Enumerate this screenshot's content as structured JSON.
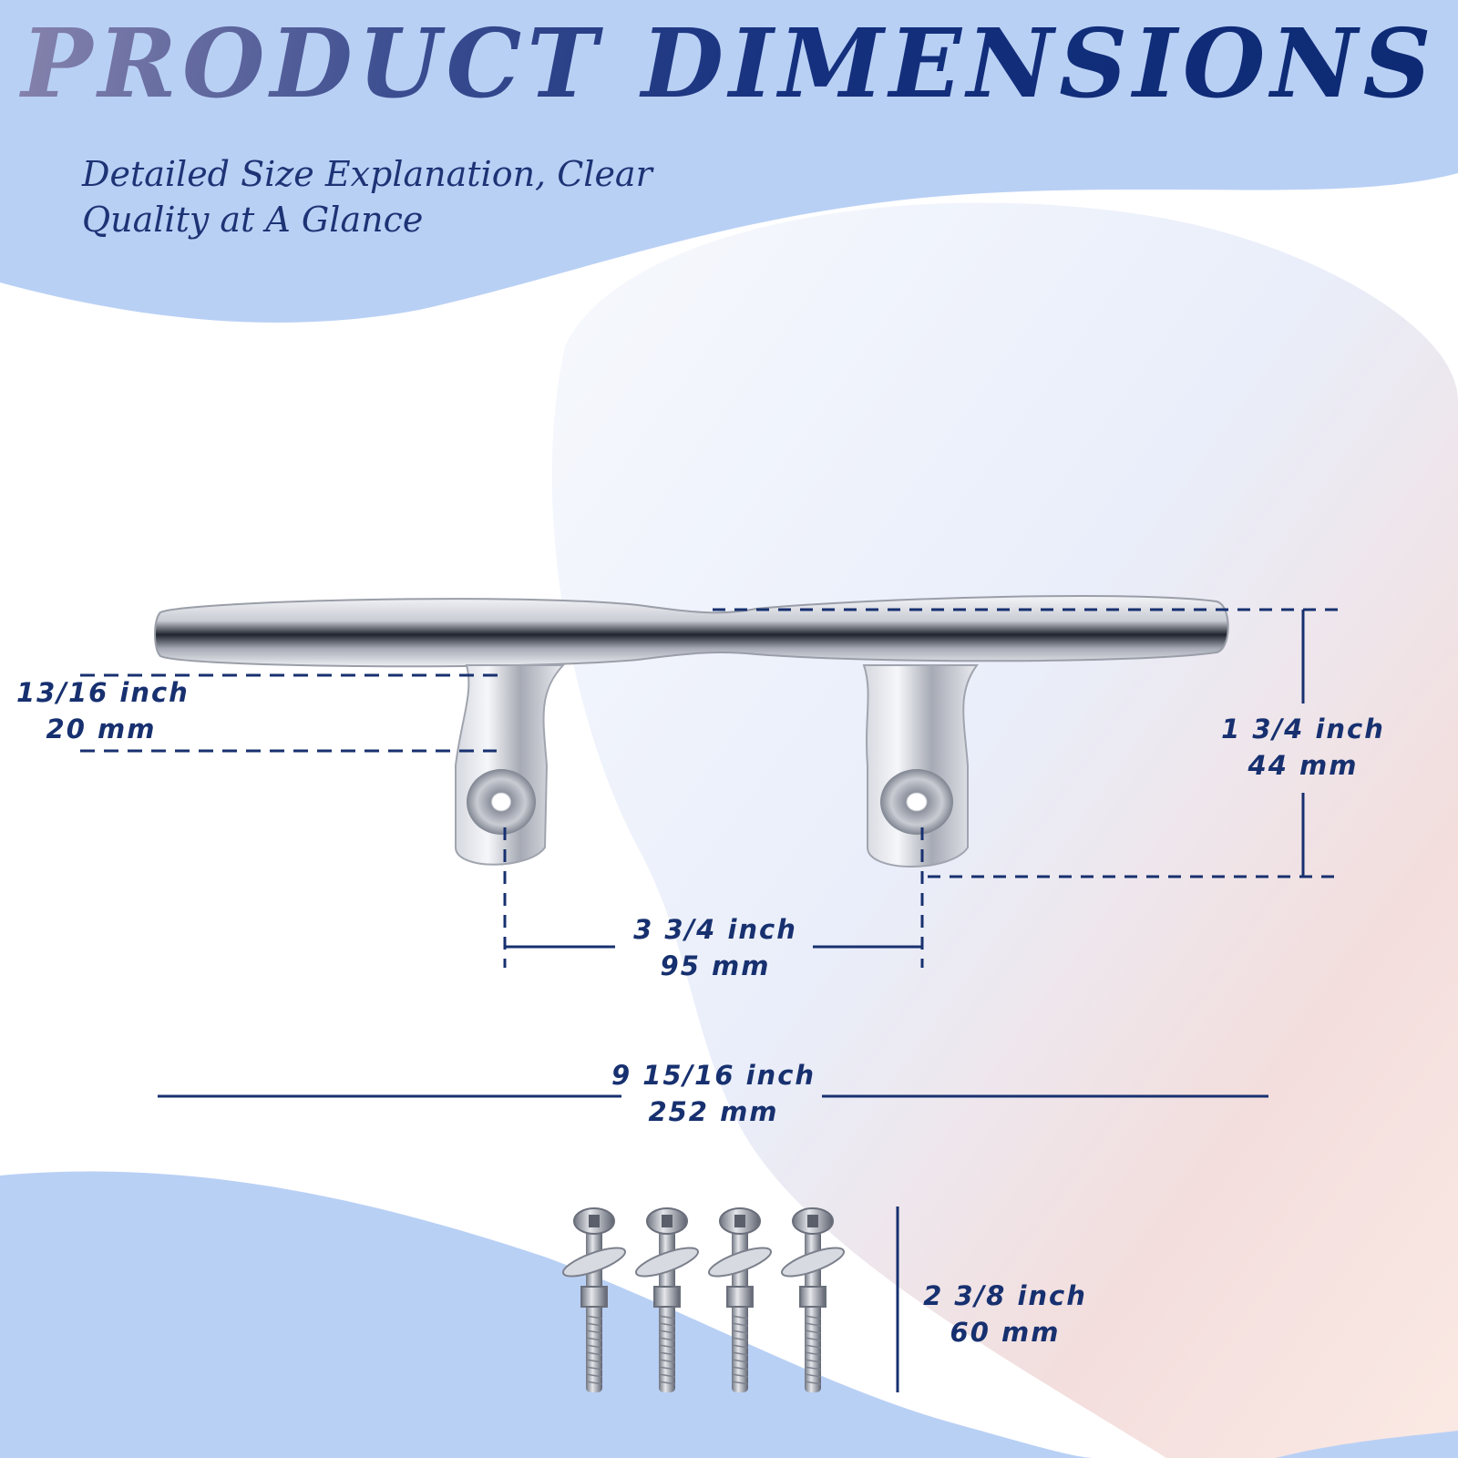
{
  "header": {
    "title": "PRODUCT DIMENSIONS",
    "subtitle_line1": "Detailed Size Explanation, Clear",
    "subtitle_line2": "Quality at A Glance"
  },
  "dimensions": {
    "base_height": {
      "inch": "13/16 inch",
      "mm": "20 mm"
    },
    "total_height": {
      "inch": "1 3/4 inch",
      "mm": "44 mm"
    },
    "hole_spacing": {
      "inch": "3 3/4 inch",
      "mm": "95 mm"
    },
    "total_length": {
      "inch": "9 15/16 inch",
      "mm": "252 mm"
    },
    "screw_length": {
      "inch": "2 3/8 inch",
      "mm": "60 mm"
    }
  },
  "colors": {
    "accent": "#17306f",
    "background_band": "#b9d0f5"
  }
}
